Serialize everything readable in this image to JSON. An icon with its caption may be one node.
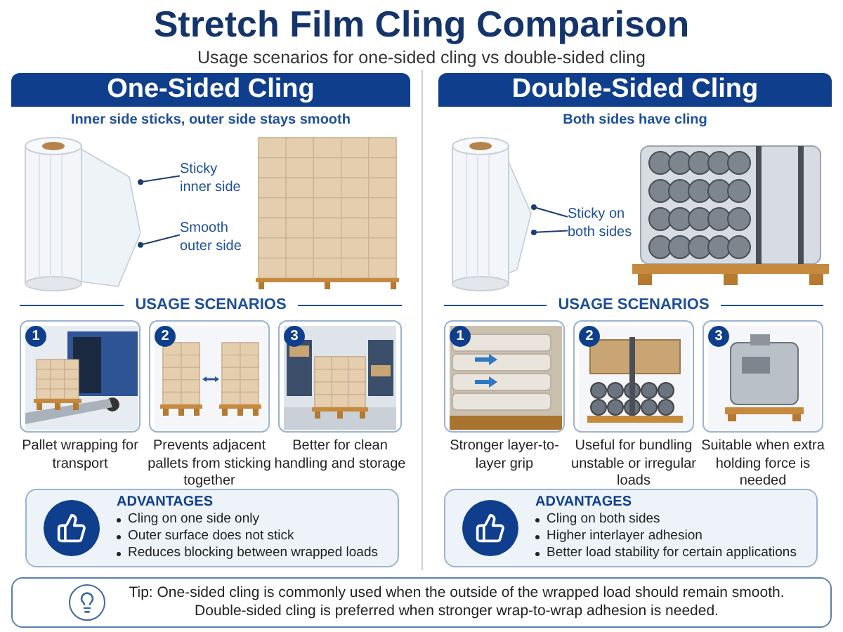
{
  "diagram": {
    "title": "Stretch Film Cling Comparison",
    "nodes": [
      {
        "text": [
          "One-Sided Cling"
        ]
      },
      {
        "text": [],
        "shape": "picture"
      },
      {
        "text": [
          "Sticky inner side"
        ]
      },
      {
        "text": [
          "Smooth outer side"
        ]
      },
      {
        "text": [
          "1"
        ],
        "beside": [
          "Pallet wrapping for transport"
        ]
      },
      {
        "text": [
          "2"
        ],
        "beside": [
          "Prevents adjacent pallets from sticking together"
        ]
      },
      {
        "text": [
          "3"
        ],
        "beside": [
          "Better for clean handling and storage"
        ]
      },
      {
        "text": [
          "ADVANTAGES",
          "Cling on one side only",
          "Outer surface does not stick",
          "Reduces blocking between wrapped loads"
        ]
      },
      {
        "text": [
          "Double-Sided Cling"
        ]
      },
      {
        "text": [],
        "shape": "picture"
      },
      {
        "text": [
          "Sticky on both sides"
        ]
      },
      {
        "text": [
          "1"
        ],
        "beside": [
          "Stronger layer-to-layer grip"
        ]
      },
      {
        "text": [
          "2"
        ],
        "beside": [
          "Useful for bundling unstable or irregular loads"
        ]
      },
      {
        "text": [
          "3"
        ],
        "beside": [
          "Suitable when extra holding force is needed"
        ]
      },
      {
        "text": [
          "ADVANTAGES",
          "Cling on both sides",
          "Higher interlayer adhesion",
          "Better load stability for certain applications"
        ]
      },
      {
        "text": [
          "Tip: One-sided cling is commonly used when the outside of the wrapped load should remain smooth. Double-sided cling is preferred when stronger wrap-to-wrap adhesion is needed."
        ]
      }
    ],
    "edges": [
      {
        "from": 2,
        "to": 1,
        "arrow": "other"
      },
      {
        "from": 3,
        "to": 1,
        "arrow": "other"
      },
      {
        "from": 10,
        "to": 9,
        "arrow": "other"
      },
      {
        "from": 10,
        "to": 9,
        "arrow": "other"
      }
    ],
    "labels": [
      "Usage scenarios for one-sided cling vs double-sided cling",
      "Inner side sticks, outer side stays smooth",
      "USAGE SCENARIOS",
      "Both sides have cling",
      "USAGE SCENARIOS"
    ]
  }
}
